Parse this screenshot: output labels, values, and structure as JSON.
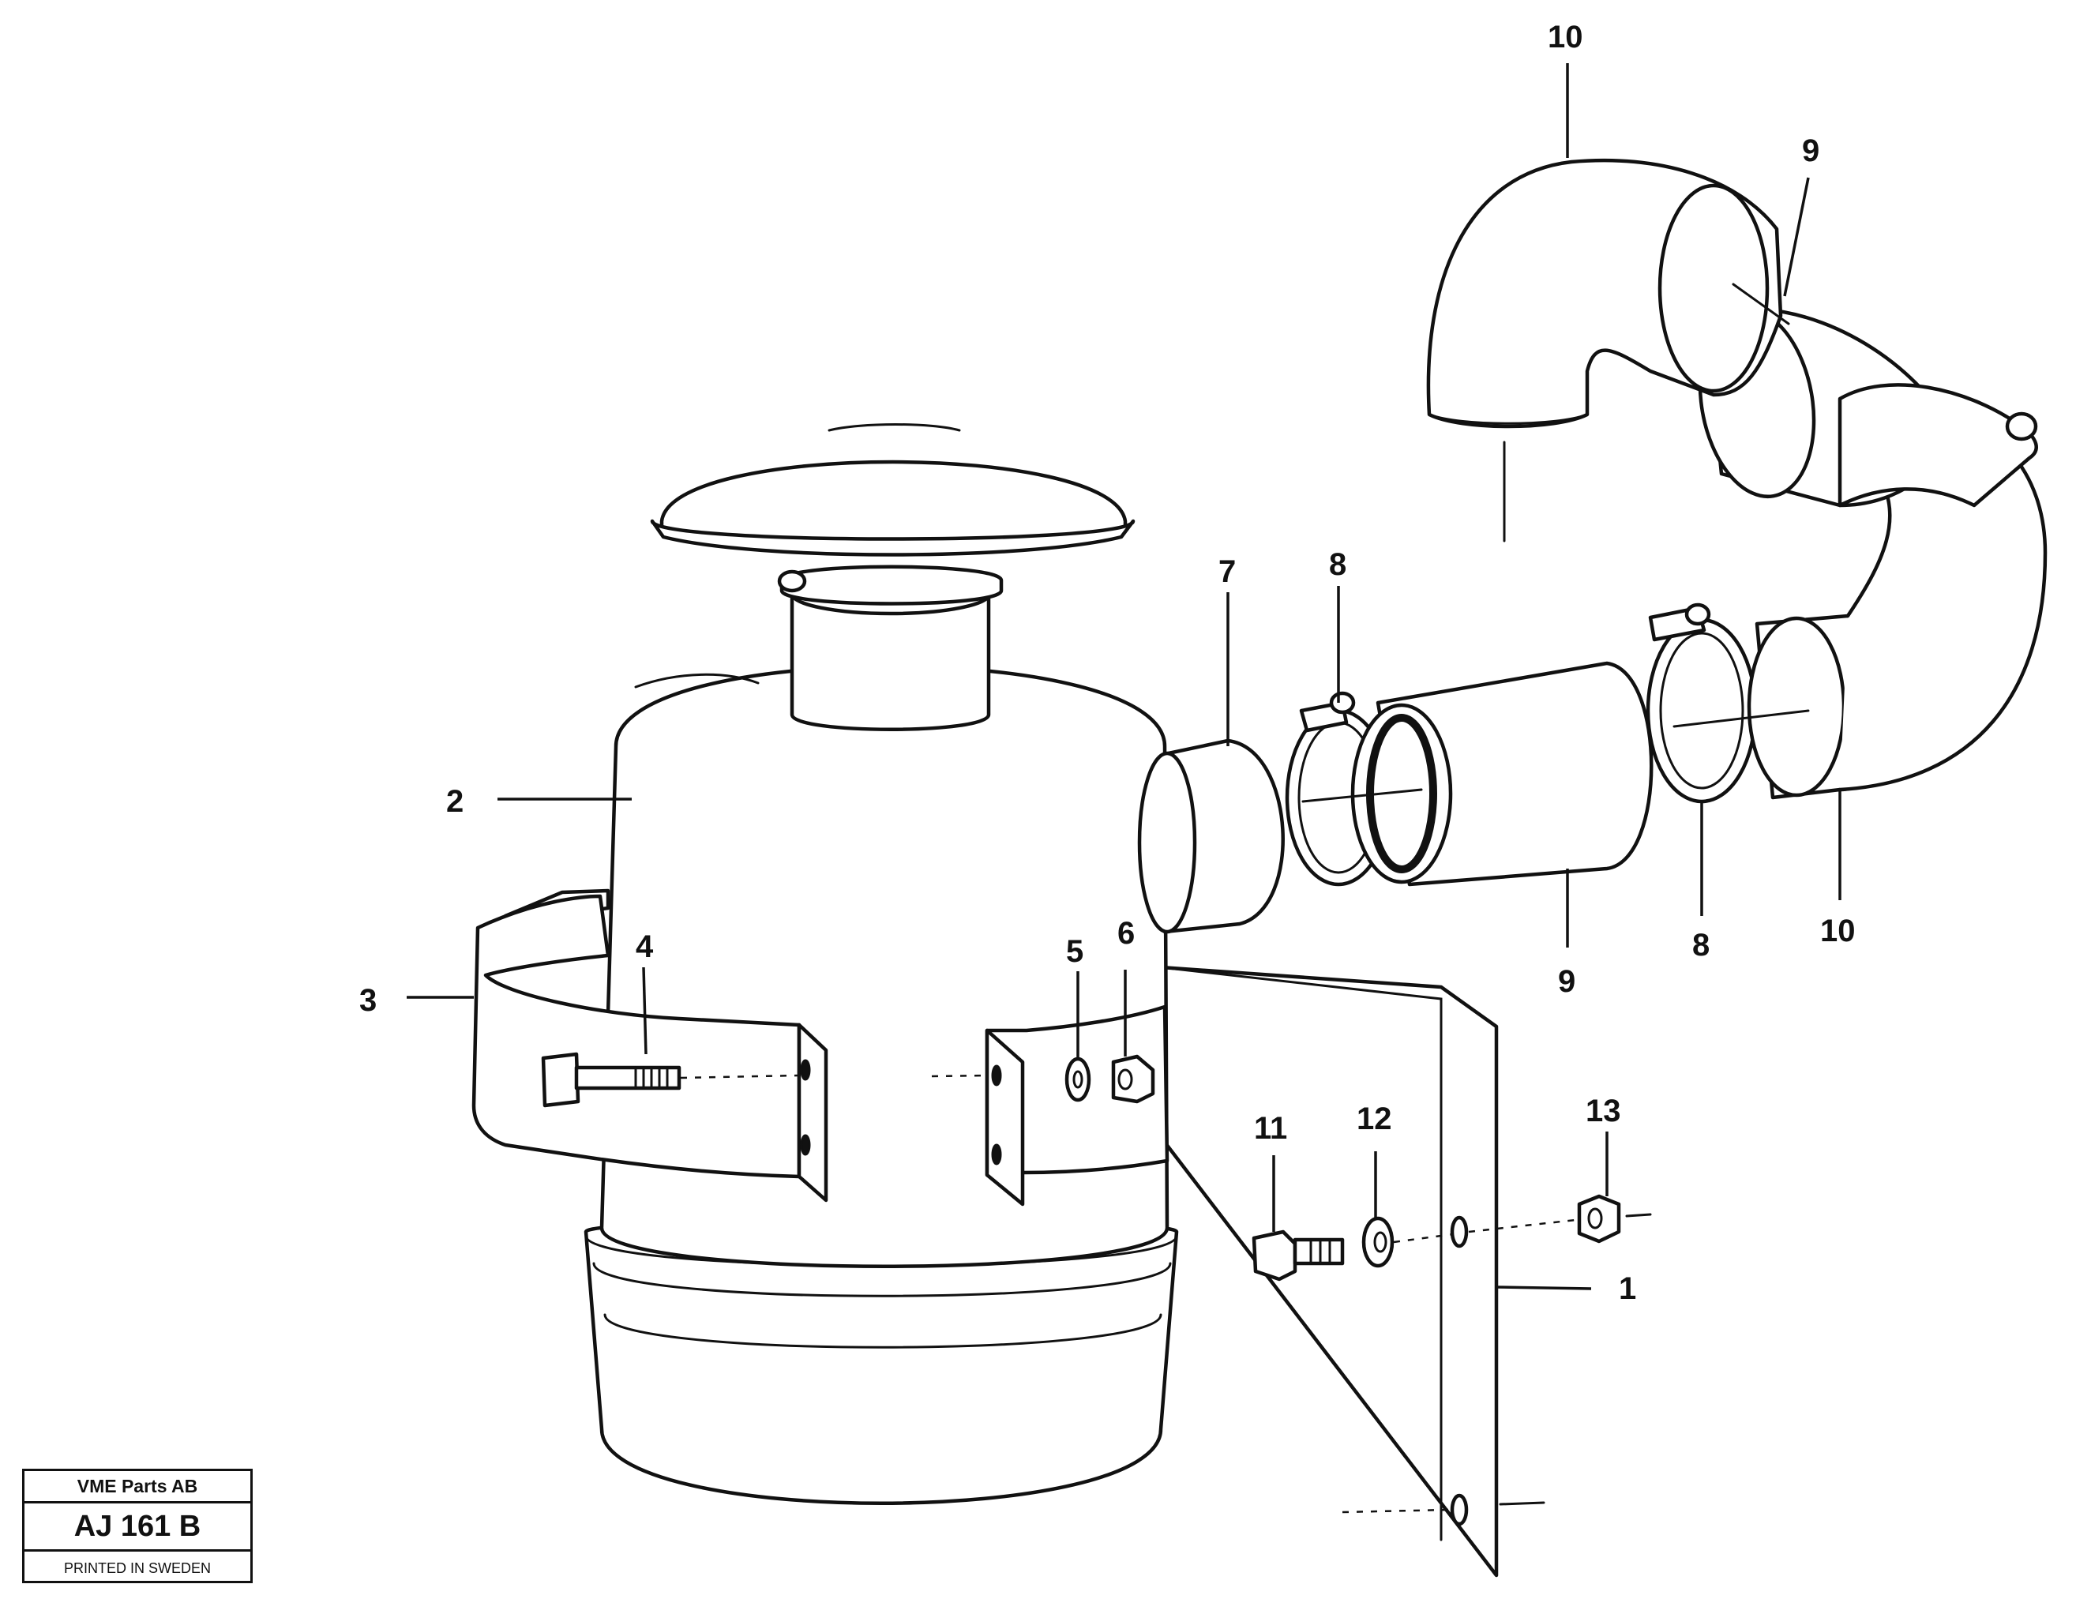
{
  "callouts": {
    "c1": "1",
    "c2": "2",
    "c3": "3",
    "c4": "4",
    "c5": "5",
    "c6": "6",
    "c7": "7",
    "c8a": "8",
    "c8b": "8",
    "c9a": "9",
    "c9b": "9",
    "c10a": "10",
    "c10b": "10",
    "c11": "11",
    "c12": "12",
    "c13": "13"
  },
  "title_block": {
    "company": "VME Parts AB",
    "drawing_code": "AJ 161 B",
    "printed": "PRINTED IN SWEDEN"
  }
}
